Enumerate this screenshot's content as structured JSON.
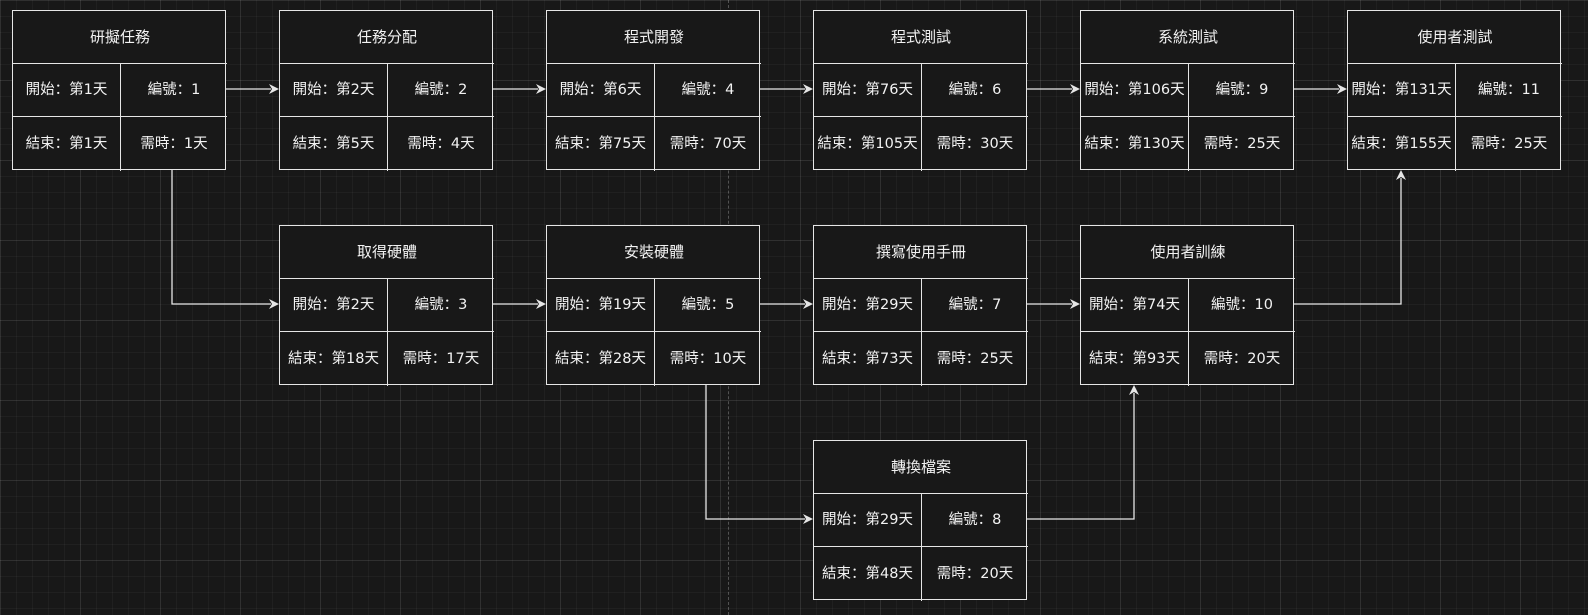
{
  "separator": "：",
  "tasks": [
    {
      "id": "t1",
      "name": "研擬任務",
      "start_label": "開始",
      "start": "第1天",
      "end_label": "結束",
      "end": "第1天",
      "num_label": "編號",
      "num": "1",
      "dur_label": "需時",
      "dur": "1天"
    },
    {
      "id": "t2",
      "name": "任務分配",
      "start_label": "開始",
      "start": "第2天",
      "end_label": "結束",
      "end": "第5天",
      "num_label": "編號",
      "num": "2",
      "dur_label": "需時",
      "dur": "4天"
    },
    {
      "id": "t4",
      "name": "程式開發",
      "start_label": "開始",
      "start": "第6天",
      "end_label": "結束",
      "end": "第75天",
      "num_label": "編號",
      "num": "4",
      "dur_label": "需時",
      "dur": "70天"
    },
    {
      "id": "t6",
      "name": "程式測試",
      "start_label": "開始",
      "start": "第76天",
      "end_label": "結束",
      "end": "第105天",
      "num_label": "編號",
      "num": "6",
      "dur_label": "需時",
      "dur": "30天"
    },
    {
      "id": "t9",
      "name": "系統測試",
      "start_label": "開始",
      "start": "第106天",
      "end_label": "結束",
      "end": "第130天",
      "num_label": "編號",
      "num": "9",
      "dur_label": "需時",
      "dur": "25天"
    },
    {
      "id": "t11",
      "name": "使用者測試",
      "start_label": "開始",
      "start": "第131天",
      "end_label": "結束",
      "end": "第155天",
      "num_label": "編號",
      "num": "11",
      "dur_label": "需時",
      "dur": "25天"
    },
    {
      "id": "t3",
      "name": "取得硬體",
      "start_label": "開始",
      "start": "第2天",
      "end_label": "結束",
      "end": "第18天",
      "num_label": "編號",
      "num": "3",
      "dur_label": "需時",
      "dur": "17天"
    },
    {
      "id": "t5",
      "name": "安裝硬體",
      "start_label": "開始",
      "start": "第19天",
      "end_label": "結束",
      "end": "第28天",
      "num_label": "編號",
      "num": "5",
      "dur_label": "需時",
      "dur": "10天"
    },
    {
      "id": "t7",
      "name": "撰寫使用手冊",
      "start_label": "開始",
      "start": "第29天",
      "end_label": "結束",
      "end": "第73天",
      "num_label": "編號",
      "num": "7",
      "dur_label": "需時",
      "dur": "25天"
    },
    {
      "id": "t10",
      "name": "使用者訓練",
      "start_label": "開始",
      "start": "第74天",
      "end_label": "結束",
      "end": "第93天",
      "num_label": "編號",
      "num": "10",
      "dur_label": "需時",
      "dur": "20天"
    },
    {
      "id": "t8",
      "name": "轉換檔案",
      "start_label": "開始",
      "start": "第29天",
      "end_label": "結束",
      "end": "第48天",
      "num_label": "編號",
      "num": "8",
      "dur_label": "需時",
      "dur": "20天"
    }
  ],
  "dependencies": [
    {
      "from": "t1",
      "to": "t2"
    },
    {
      "from": "t2",
      "to": "t4"
    },
    {
      "from": "t4",
      "to": "t6"
    },
    {
      "from": "t6",
      "to": "t9"
    },
    {
      "from": "t9",
      "to": "t11"
    },
    {
      "from": "t1",
      "to": "t3"
    },
    {
      "from": "t3",
      "to": "t5"
    },
    {
      "from": "t5",
      "to": "t7"
    },
    {
      "from": "t7",
      "to": "t10"
    },
    {
      "from": "t10",
      "to": "t11"
    },
    {
      "from": "t5",
      "to": "t8"
    },
    {
      "from": "t8",
      "to": "t10"
    }
  ],
  "colors": {
    "background": "#181818",
    "line": "#e6e6e6",
    "text": "#f2f2f2"
  }
}
